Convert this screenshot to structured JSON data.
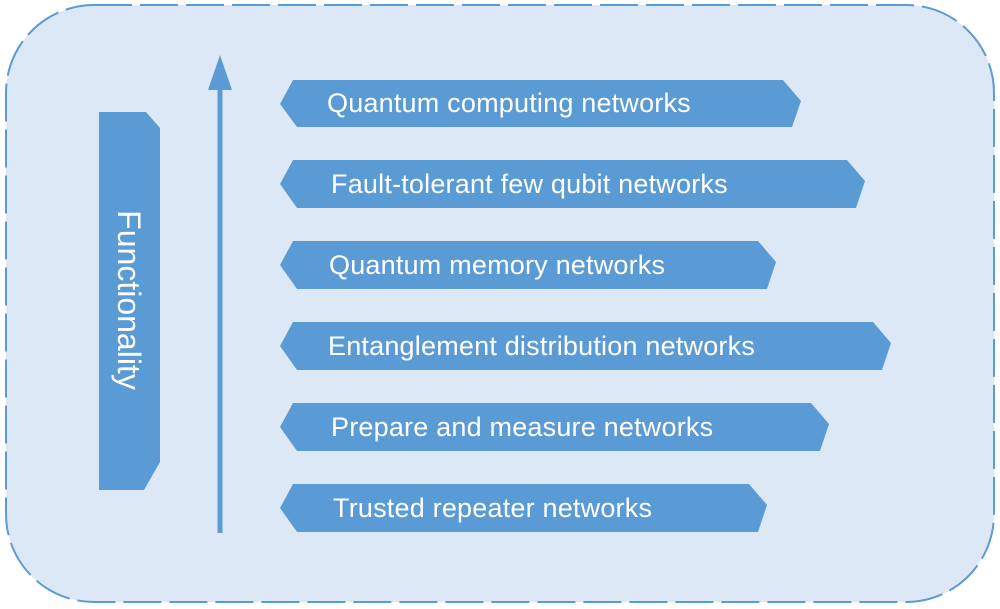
{
  "colors": {
    "background_fill": "#dce8f5",
    "border": "#5b9bd5",
    "banner_fill": "#5b9bd5",
    "label_text": "#ffffff"
  },
  "functionality_label": "Functionality",
  "arrow_icon": "up-arrow-icon",
  "levels": [
    {
      "label": "Quantum computing networks"
    },
    {
      "label": "Fault-tolerant few qubit networks"
    },
    {
      "label": "Quantum memory networks"
    },
    {
      "label": "Entanglement distribution networks"
    },
    {
      "label": "Prepare and measure networks"
    },
    {
      "label": "Trusted repeater networks"
    }
  ]
}
